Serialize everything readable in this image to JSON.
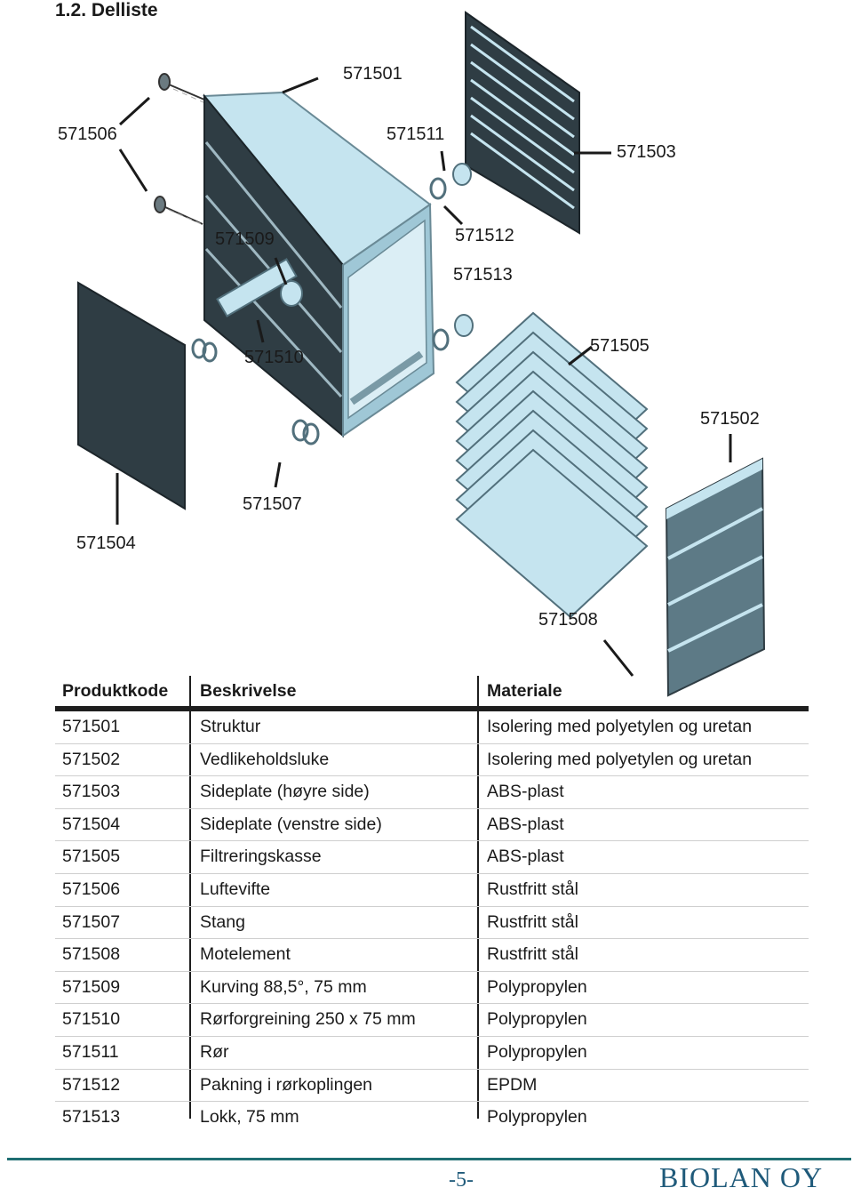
{
  "heading": "1.2. Delliste",
  "callouts": {
    "c571501": "571501",
    "c571506": "571506",
    "c571511": "571511",
    "c571503": "571503",
    "c571509": "571509",
    "c571512": "571512",
    "c571513": "571513",
    "c571505": "571505",
    "c571510": "571510",
    "c571502": "571502",
    "c571507": "571507",
    "c571504": "571504",
    "c571508": "571508"
  },
  "table": {
    "headers": {
      "code": "Produktkode",
      "desc": "Beskrivelse",
      "material": "Materiale"
    },
    "rows": [
      {
        "code": "571501",
        "desc": "Struktur",
        "material": "Isolering med polyetylen og uretan"
      },
      {
        "code": "571502",
        "desc": "Vedlikeholdsluke",
        "material": "Isolering med polyetylen og uretan"
      },
      {
        "code": "571503",
        "desc": "Sideplate (høyre side)",
        "material": "ABS-plast"
      },
      {
        "code": "571504",
        "desc": "Sideplate (venstre side)",
        "material": "ABS-plast"
      },
      {
        "code": "571505",
        "desc": "Filtreringskasse",
        "material": "ABS-plast"
      },
      {
        "code": "571506",
        "desc": "Luftevifte",
        "material": "Rustfritt stål"
      },
      {
        "code": "571507",
        "desc": "Stang",
        "material": "Rustfritt stål"
      },
      {
        "code": "571508",
        "desc": "Motelement",
        "material": "Rustfritt stål"
      },
      {
        "code": "571509",
        "desc": "Kurving 88,5°, 75 mm",
        "material": "Polypropylen"
      },
      {
        "code": "571510",
        "desc": "Rørforgreining 250 x 75 mm",
        "material": "Polypropylen"
      },
      {
        "code": "571511",
        "desc": "Rør",
        "material": "Polypropylen"
      },
      {
        "code": "571512",
        "desc": "Pakning i rørkoplingen",
        "material": "EPDM"
      },
      {
        "code": "571513",
        "desc": "Lokk, 75 mm",
        "material": "Polypropylen"
      }
    ]
  },
  "footer": {
    "page": "-5-",
    "brand": "BIOLAN OY"
  },
  "colors": {
    "dark_panel": "#2f3d44",
    "light_part": "#c5e4ef",
    "accent": "#1f6e72",
    "brand": "#1f5a7a"
  }
}
